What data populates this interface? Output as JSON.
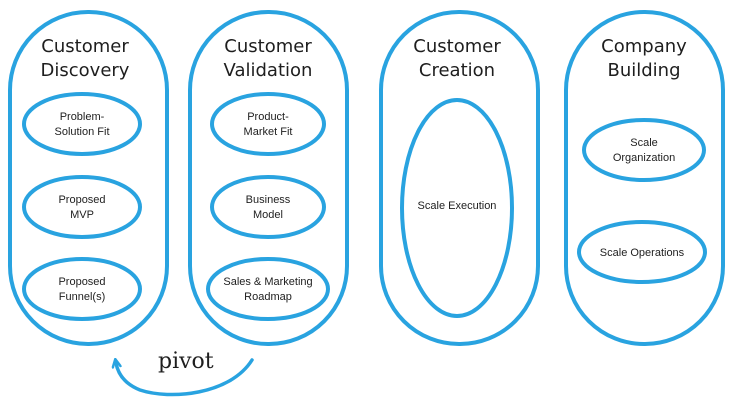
{
  "accent": "#29a3e0",
  "columns": [
    {
      "title": [
        "Customer",
        "Discovery"
      ],
      "items": [
        [
          "Problem-",
          "Solution Fit"
        ],
        [
          "Proposed",
          "MVP"
        ],
        [
          "Proposed",
          "Funnel(s)"
        ]
      ]
    },
    {
      "title": [
        "Customer",
        "Validation"
      ],
      "items": [
        [
          "Product-",
          "Market Fit"
        ],
        [
          "Business",
          "Model"
        ],
        [
          "Sales & Marketing",
          "Roadmap"
        ]
      ]
    },
    {
      "title": [
        "Customer",
        "Creation"
      ],
      "items": [
        [
          "Scale Execution"
        ]
      ]
    },
    {
      "title": [
        "Company",
        "Building"
      ],
      "items": [
        [
          "Scale",
          "Organization"
        ],
        [
          "Scale Operations"
        ]
      ]
    }
  ],
  "pivot_label": "pivot"
}
